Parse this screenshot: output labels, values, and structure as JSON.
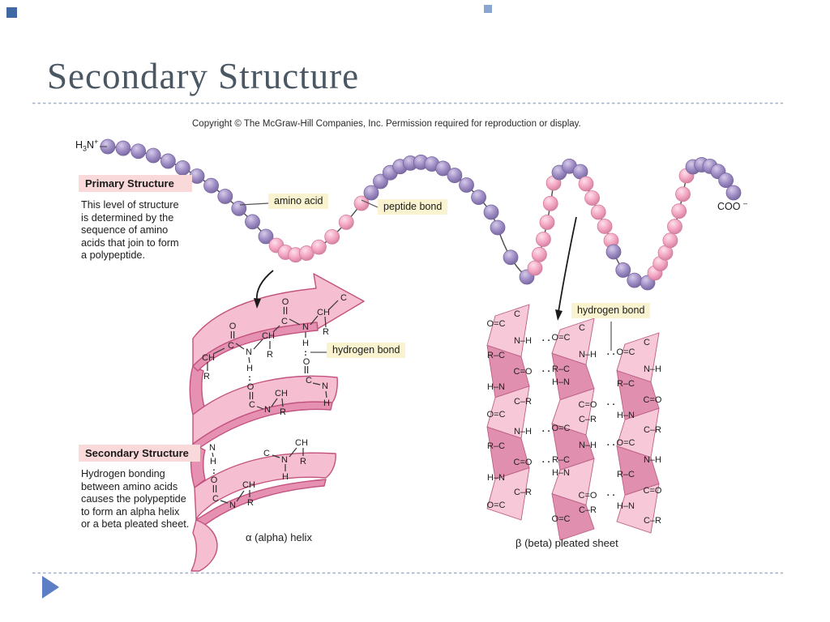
{
  "slide": {
    "title": "Secondary Structure",
    "decor": {
      "square_left_color": "#4068a3",
      "square_center_color": "#8ba5d1",
      "dash_color": "#9fb0c8",
      "nav_color": "#5b7ec4"
    }
  },
  "figure": {
    "copyright": "Copyright © The McGraw-Hill Companies, Inc. Permission required for reproduction or display.",
    "chain_start": {
      "h": "H",
      "sub": "3",
      "n": "N",
      "sup": "+"
    },
    "chain_end": {
      "main": "COO",
      "sup": "–"
    },
    "labels": {
      "amino_acid": "amino acid",
      "peptide_bond": "peptide bond",
      "hydrogen_bond_helix": "hydrogen bond",
      "hydrogen_bond_sheet": "hydrogen bond"
    },
    "primary": {
      "heading": "Primary Structure",
      "lines": [
        "This level of structure",
        "is determined by the",
        "sequence of amino",
        "acids that join to form",
        "a polypeptide."
      ]
    },
    "secondary": {
      "heading": "Secondary Structure",
      "lines": [
        "Hydrogen bonding",
        "between amino acids",
        "causes the polypeptide",
        "to form an alpha helix",
        "or a beta pleated sheet."
      ]
    },
    "captions": {
      "alpha": "α (alpha) helix",
      "beta": "β (beta) pleated sheet"
    },
    "colors": {
      "bead_purple": "#9e8cc4",
      "bead_purple_hi": "#d6cbe9",
      "bead_purple_lo": "#77659e",
      "bead_pink": "#f3a6c2",
      "bead_pink_hi": "#fde0ea",
      "bead_pink_lo": "#d27d9e",
      "chain_line": "#4a4a4a",
      "ribbon_light": "#f5bed1",
      "ribbon_dark": "#e690b2",
      "ribbon_edge": "#c2537e",
      "sheet_light": "#f7c9d8",
      "sheet_dark": "#e18fae",
      "sheet_edge": "#bb5f84",
      "bond": "#333333",
      "arrow": "#1a1a1a",
      "leader": "#555555"
    },
    "helix": {
      "atoms": [
        [
          "O",
          352,
          373
        ],
        [
          "C",
          351,
          397
        ],
        [
          "N",
          377,
          404
        ],
        [
          "CH",
          399,
          386
        ],
        [
          "R",
          402,
          410
        ],
        [
          "C",
          424,
          368
        ],
        [
          "O",
          287,
          403
        ],
        [
          "C",
          285,
          427
        ],
        [
          "CH",
          257,
          442
        ],
        [
          "R",
          255,
          465
        ],
        [
          "CH",
          331,
          415
        ],
        [
          "R",
          333,
          438
        ],
        [
          "H",
          377,
          424
        ],
        [
          ":",
          377,
          436
        ],
        [
          "O",
          378,
          447
        ],
        [
          "C",
          381,
          470
        ],
        [
          "N",
          401,
          477
        ],
        [
          "H",
          403,
          498
        ],
        [
          "N",
          307,
          435
        ],
        [
          "H",
          308,
          455
        ],
        [
          ":",
          308,
          467
        ],
        [
          "O",
          309,
          478
        ],
        [
          "C",
          311,
          500
        ],
        [
          "CH",
          347,
          486
        ],
        [
          "R",
          349,
          509
        ],
        [
          "N",
          330,
          506
        ],
        [
          "C",
          329,
          560
        ],
        [
          "N",
          351,
          568
        ],
        [
          "CH",
          372,
          547
        ],
        [
          "R",
          374,
          570
        ],
        [
          "H",
          352,
          589
        ],
        [
          "N",
          262,
          553
        ],
        [
          "H",
          263,
          570
        ],
        [
          ":",
          264,
          582
        ],
        [
          "O",
          264,
          593
        ],
        [
          "C",
          266,
          616
        ],
        [
          "N",
          287,
          624
        ],
        [
          "CH",
          307,
          599
        ],
        [
          "R",
          309,
          621
        ]
      ],
      "double_bonds": [
        [
          352,
          379
        ],
        [
          287,
          409
        ],
        [
          378,
          452
        ],
        [
          310,
          484
        ],
        [
          265,
          599
        ]
      ],
      "bonds": [
        [
          357,
          394,
          370,
          401
        ],
        [
          383,
          401,
          392,
          390
        ],
        [
          405,
          383,
          417,
          371
        ],
        [
          401,
          391,
          402,
          404
        ],
        [
          291,
          424,
          301,
          431
        ],
        [
          263,
          437,
          277,
          430
        ],
        [
          256,
          447,
          256,
          458
        ],
        [
          333,
          421,
          333,
          431
        ],
        [
          313,
          431,
          324,
          419
        ],
        [
          337,
          410,
          345,
          402
        ],
        [
          377,
          410,
          377,
          417
        ],
        [
          386,
          473,
          395,
          475
        ],
        [
          402,
          483,
          403,
          491
        ],
        [
          307,
          441,
          308,
          448
        ],
        [
          317,
          502,
          325,
          505
        ],
        [
          335,
          502,
          342,
          492
        ],
        [
          348,
          492,
          349,
          502
        ],
        [
          336,
          562,
          345,
          565
        ],
        [
          357,
          564,
          366,
          553
        ],
        [
          374,
          553,
          374,
          563
        ],
        [
          352,
          573,
          352,
          582
        ],
        [
          262,
          559,
          263,
          564
        ],
        [
          272,
          618,
          281,
          621
        ],
        [
          308,
          605,
          308,
          614
        ],
        [
          292,
          619,
          301,
          606
        ]
      ]
    },
    "sheet": {
      "strand_cx": [
        628,
        708,
        788
      ],
      "strand_tops": [
        383,
        400,
        418
      ],
      "strand_len": [
        252,
        260,
        233
      ],
      "unit": 112,
      "top_atom": "C",
      "hbond_dots": "· ·",
      "rows_a": [
        [
          "l",
          "O=C",
          17
        ],
        [
          "r",
          "N–H",
          38
        ],
        [
          "l",
          "R–C",
          56
        ],
        [
          "r",
          "C=O",
          76
        ],
        [
          "l",
          "H–N",
          95
        ],
        [
          "r",
          "C–R",
          113
        ]
      ],
      "rows_b": [
        [
          "l",
          "O=C",
          17
        ],
        [
          "r",
          "N–H",
          38
        ],
        [
          "l",
          "R–C",
          56
        ],
        [
          "l",
          "H–N",
          72
        ],
        [
          "r",
          "C=O",
          100
        ],
        [
          "r",
          "C–R",
          118
        ]
      ]
    }
  }
}
